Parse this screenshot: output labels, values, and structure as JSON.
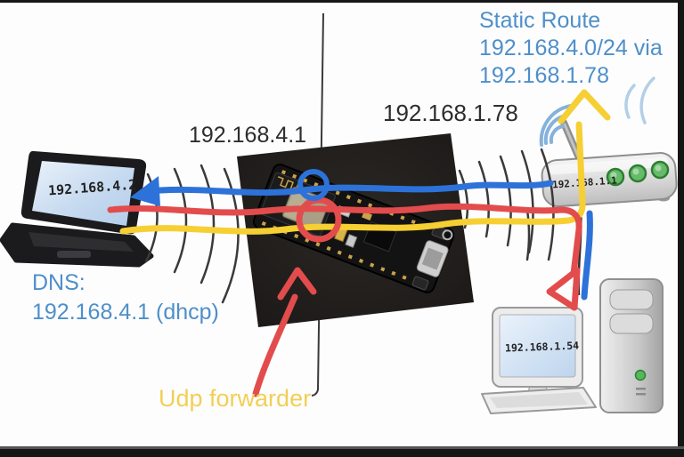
{
  "colors": {
    "marker_blue": "#2d72d9",
    "marker_red": "#e34c4c",
    "marker_yellow": "#f6cf33",
    "label_blue": "#4e8fca",
    "label_yellow": "#f2cf55",
    "label_black": "#2d2d2d",
    "wifi_blue": "#85b2dc",
    "wifi_blue_faint": "#b3cfe8",
    "wave_black": "#3a3a3a",
    "led_green": "#66bb6a"
  },
  "labels": {
    "ap_ip": "192.168.4.1",
    "wan_ip": "192.168.1.78",
    "static_route_line1": "Static Route",
    "static_route_line2": "192.168.4.0/24 via",
    "static_route_line3": "192.168.1.78",
    "dns_line1": "DNS:",
    "dns_line2": "192.168.4.1 (dhcp)",
    "udp_forwarder": "Udp forwarder"
  },
  "devices": {
    "laptop_ip": "192.168.4.2",
    "router_ip": "192.168.1.1",
    "desktop_ip": "192.168.1.54"
  }
}
